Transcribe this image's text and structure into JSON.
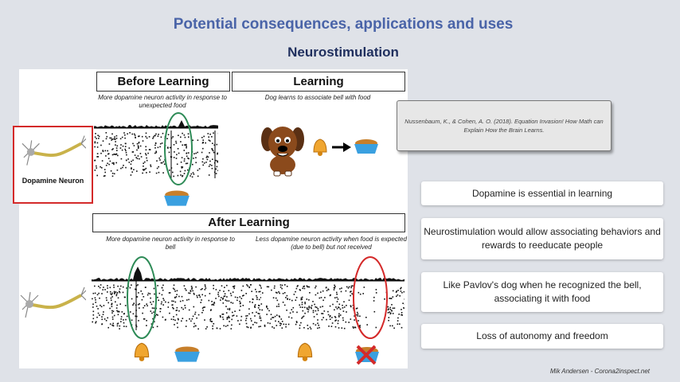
{
  "slide": {
    "title": "Potential consequences, applications and uses",
    "subtitle": "Neurostimulation",
    "footer": "Mik Andersen - Corona2inspect.net"
  },
  "figure": {
    "before_learning": {
      "header": "Before Learning",
      "caption": "More dopamine neuron activity in response to unexpected food"
    },
    "learning": {
      "header": "Learning",
      "caption": "Dog learns to associate bell with food"
    },
    "dopamine_label": "Dopamine Neuron",
    "after_learning": {
      "header": "After Learning",
      "caption_left": "More dopamine neuron activity in response to bell",
      "caption_right": "Less dopamine neuron activity when food is expected (due to bell) but not received"
    }
  },
  "citation": "Nussenbaum, K., & Cohen, A. O. (2018). Equation Invasion! How Math can Explain How the Brain Learns.",
  "bullets": [
    "Dopamine is essential in learning",
    "Neurostimulation would allow associating behaviors and rewards to reeducate people",
    "Like Pavlov's dog when he recognized the bell, associating it with food",
    "Loss of autonomy and freedom"
  ],
  "colors": {
    "title": "#4a64a8",
    "subtitle": "#1f2f5e",
    "highlight_oval": "#2e8b57",
    "miss_oval": "#d42a2a",
    "bowl": "#3aa0e0",
    "bell": "#f0a630"
  }
}
